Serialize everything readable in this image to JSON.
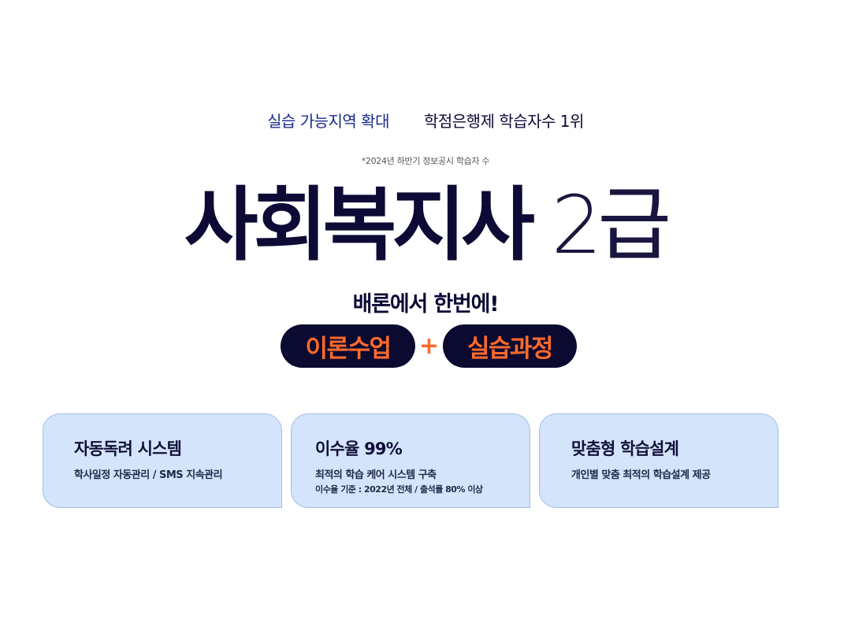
{
  "header": {
    "highlight_left": "실습 가능지역 확대",
    "highlight_right": "학점은행제 학습자수 1위",
    "footnote": "*2024년 하반기 정보공시 학습자 수"
  },
  "hero": {
    "title_bold": "사회복지사",
    "title_light": "2급"
  },
  "subtitle": "배론에서 한번에!",
  "pills": {
    "left": "이론수업",
    "plus": "+",
    "right": "실습과정"
  },
  "cards": [
    {
      "title": "자동독려 시스템",
      "desc": "학사일정 자동관리  / SMS 지속관리"
    },
    {
      "title": "이수율 99%",
      "desc": "최적의 학습 케어 시스템 구축",
      "note": "이수율 기준 : 2022년 전체 / 출석률 80% 이상"
    },
    {
      "title": "맞춤형 학습설계",
      "desc": "개인별 맞춤 최적의 학습설계 제공"
    }
  ],
  "colors": {
    "navy": "#0d0a35",
    "accent_orange": "#ff6a2b",
    "card_bg": "#d4e4fa",
    "highlight_blue": "#1b2b8c"
  }
}
